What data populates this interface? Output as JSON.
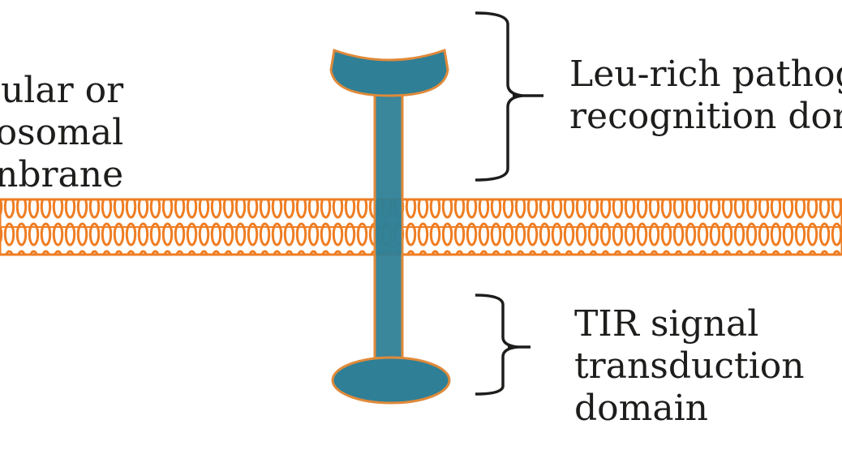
{
  "colors": {
    "membrane": "#ef7d22",
    "receptor_fill": "#2f7f96",
    "receptor_outline": "#e08a3a",
    "bracket": "#1d1d1b",
    "text": "#1d1d1b"
  },
  "labels": {
    "membrane_label": [
      "ular or",
      "osomal",
      "nbrane"
    ],
    "ectodomain_label": [
      "Leu-rich pathog",
      "recognition dom"
    ],
    "tir_label": [
      "TIR signal",
      "transduction",
      "domain"
    ]
  }
}
